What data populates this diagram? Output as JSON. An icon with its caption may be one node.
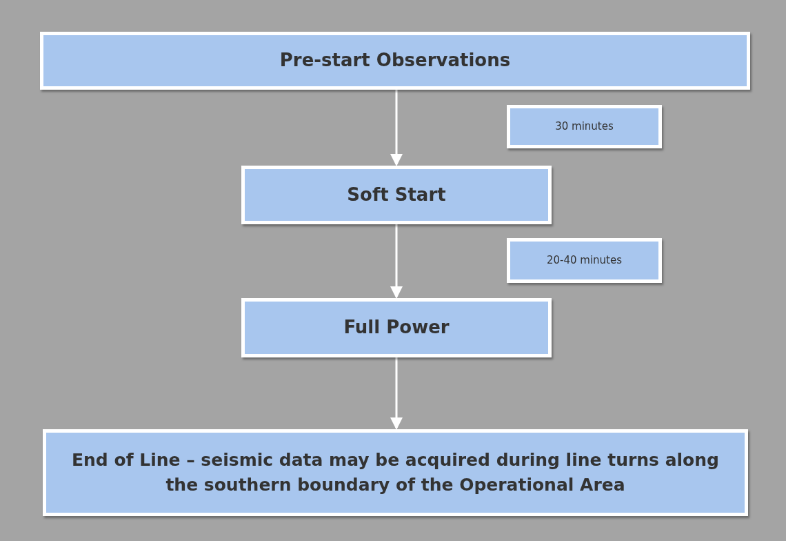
{
  "diagram": {
    "nodes": [
      {
        "text": [
          "Pre-start Observations"
        ]
      },
      {
        "text": [
          "Soft Start"
        ]
      },
      {
        "text": [
          "Full Power"
        ]
      },
      {
        "text": [
          "End of Line – seismic data may be acquired during line turns along the southern boundary of the Operational Area"
        ]
      },
      {
        "text": [
          "30 minutes"
        ]
      },
      {
        "text": [
          "20-40 minutes"
        ]
      }
    ],
    "edges": [
      {
        "from": 0,
        "to": 1,
        "arrow": "to"
      },
      {
        "from": 1,
        "to": 2,
        "arrow": "to"
      },
      {
        "from": 2,
        "to": 3,
        "arrow": "to"
      }
    ]
  }
}
